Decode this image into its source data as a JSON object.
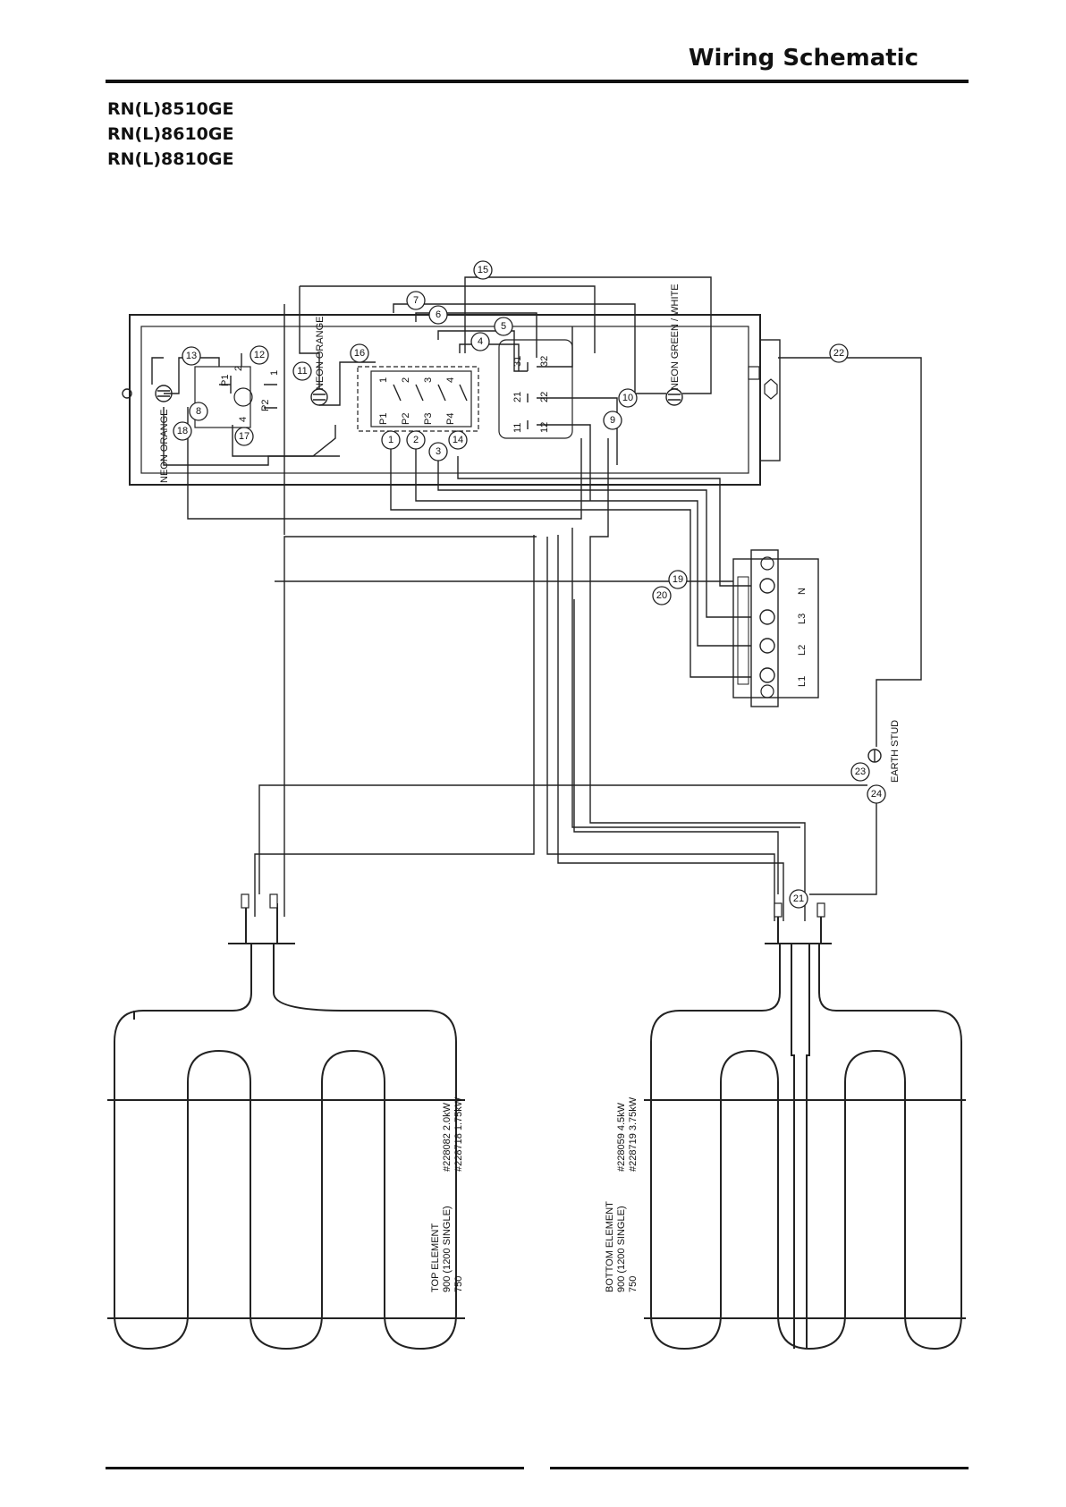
{
  "header": {
    "title": "Wiring Schematic",
    "models": [
      "RN(L)8510GE",
      "RN(L)8610GE",
      "RN(L)8810GE"
    ]
  },
  "panel": {
    "neon_left": "NEON ORANGE",
    "neon_mid": "NEON ORANGE",
    "neon_right": "NEON GREEN / WHITE",
    "selector_terminals": [
      "1",
      "2",
      "3",
      "4"
    ],
    "selector_ports": [
      "P1",
      "P2",
      "P3",
      "P4"
    ],
    "relay_terminals": [
      "31",
      "32",
      "21",
      "22",
      "11",
      "12"
    ],
    "thermostat_labels": [
      "P1",
      "P2",
      "2",
      "4",
      "1"
    ]
  },
  "terminal_block": {
    "terminals": [
      "L1",
      "L2",
      "L3",
      "N"
    ]
  },
  "earth": {
    "label": "EARTH STUD"
  },
  "wires": [
    {
      "id": "1"
    },
    {
      "id": "2"
    },
    {
      "id": "3"
    },
    {
      "id": "4"
    },
    {
      "id": "5"
    },
    {
      "id": "6"
    },
    {
      "id": "7"
    },
    {
      "id": "8"
    },
    {
      "id": "9"
    },
    {
      "id": "10"
    },
    {
      "id": "11"
    },
    {
      "id": "12"
    },
    {
      "id": "13"
    },
    {
      "id": "14"
    },
    {
      "id": "15"
    },
    {
      "id": "16"
    },
    {
      "id": "17"
    },
    {
      "id": "18"
    },
    {
      "id": "19"
    },
    {
      "id": "20"
    },
    {
      "id": "21"
    },
    {
      "id": "22"
    },
    {
      "id": "23"
    },
    {
      "id": "24"
    }
  ],
  "elements": {
    "top": {
      "lines": [
        "TOP ELEMENT",
        "900 (1200 SINGLE)",
        "750"
      ],
      "codes": [
        "#228082 2.0kW",
        "#228718 1.75kW"
      ]
    },
    "bottom": {
      "lines": [
        "BOTTOM ELEMENT",
        "900 (1200 SINGLE)",
        "750"
      ],
      "codes": [
        "#228059 4.5kW",
        "#228719 3.75kW"
      ]
    }
  }
}
